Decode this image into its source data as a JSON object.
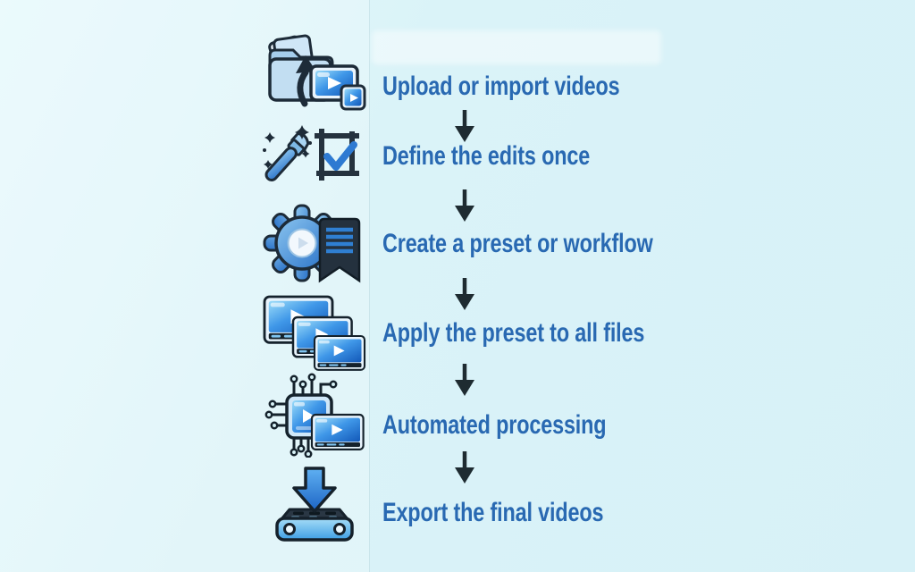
{
  "steps": [
    {
      "label": "Upload or import videos",
      "icon": "folders-upload-videos-icon"
    },
    {
      "label": "Define the edits once",
      "icon": "magic-wand-crop-check-icon"
    },
    {
      "label": "Create a preset or workflow",
      "icon": "gear-preset-bookmark-icon"
    },
    {
      "label": "Apply the preset to all files",
      "icon": "video-stack-icon"
    },
    {
      "label": "Automated processing",
      "icon": "chip-processing-videos-icon"
    },
    {
      "label": "Export the final videos",
      "icon": "download-to-drive-icon"
    }
  ],
  "connector": {
    "type": "down-arrow",
    "count": 5
  },
  "colors": {
    "background": "#d8f2f7",
    "label_text": "#2969b2",
    "connector_arrow": "#1e2b31",
    "icon_outline": "#15222c",
    "icon_blue": "#2e7ad2",
    "icon_light_blue": "#9bdcf9"
  }
}
